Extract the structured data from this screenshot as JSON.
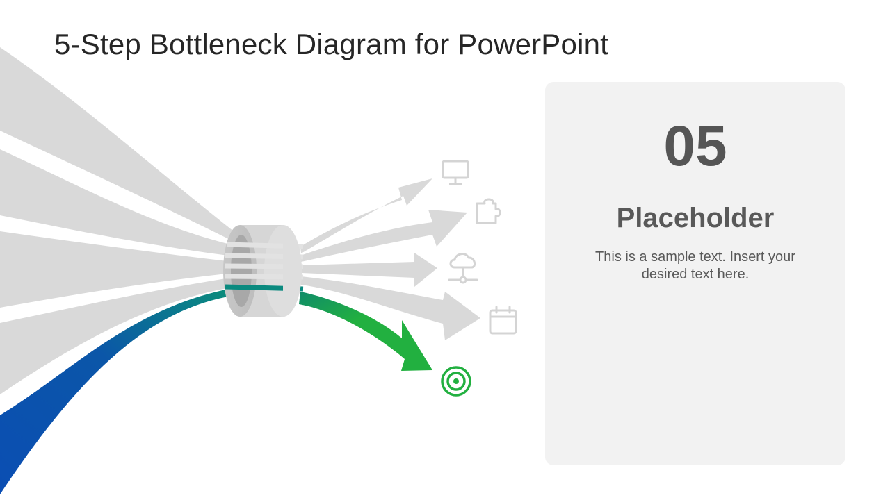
{
  "slide": {
    "title": "5-Step Bottleneck Diagram for PowerPoint"
  },
  "panel": {
    "number": "05",
    "heading": "Placeholder",
    "body": "This is a sample text. Insert your desired text here."
  },
  "diagram": {
    "outputs": [
      {
        "icon": "monitor-icon",
        "highlighted": false
      },
      {
        "icon": "puzzle-icon",
        "highlighted": false
      },
      {
        "icon": "cloud-network-icon",
        "highlighted": false
      },
      {
        "icon": "calendar-icon",
        "highlighted": false
      },
      {
        "icon": "target-icon",
        "highlighted": true
      }
    ]
  },
  "colors": {
    "inactive_flow": "#d9d9d9",
    "highlight_blue": "#0b4eb3",
    "highlight_teal": "#0b8a7f",
    "highlight_green": "#22b040",
    "panel_bg": "#f2f2f2",
    "text_dark": "#262626",
    "text_gray": "#595959"
  }
}
